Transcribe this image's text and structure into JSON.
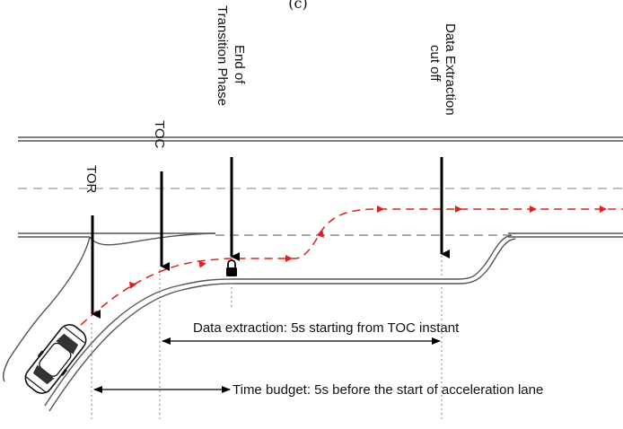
{
  "panel_label": "(c)",
  "events": {
    "tor": "TOR",
    "toc": "TOC",
    "end_transition_line1": "End of",
    "end_transition_line2": "Transition Phase",
    "cutoff_line1": "Data Extraction",
    "cutoff_line2": "cut off"
  },
  "annotations": {
    "data_extraction": "Data extraction: 5s starting from TOC instant",
    "time_budget": "Time budget: 5s before the start of acceleration lane"
  },
  "icons": [
    "car-icon",
    "lock-icon"
  ],
  "colors": {
    "trajectory": "#e0201a",
    "road": "#555555",
    "lane_dash": "#9a9a9a",
    "arrow": "#000000"
  }
}
